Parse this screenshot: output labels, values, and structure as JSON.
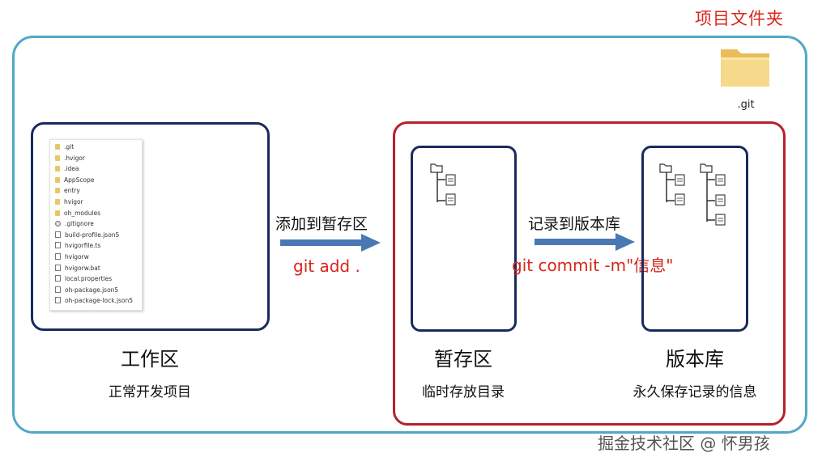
{
  "project": {
    "title": "项目文件夹",
    "git_folder_label": ".git"
  },
  "work_area": {
    "title": "工作区",
    "description": "正常开发项目",
    "files": [
      {
        "name": ".git",
        "icon": "folder-icon"
      },
      {
        "name": ".hvigor",
        "icon": "folder-icon"
      },
      {
        "name": ".idea",
        "icon": "folder-icon"
      },
      {
        "name": "AppScope",
        "icon": "folder-icon"
      },
      {
        "name": "entry",
        "icon": "folder-icon"
      },
      {
        "name": "hvigor",
        "icon": "folder-icon"
      },
      {
        "name": "oh_modules",
        "icon": "folder-icon"
      },
      {
        "name": ".gitignore",
        "icon": "gear-icon"
      },
      {
        "name": "build-profile.json5",
        "icon": "file-icon"
      },
      {
        "name": "hvigorfile.ts",
        "icon": "file-icon"
      },
      {
        "name": "hvigorw",
        "icon": "file-icon"
      },
      {
        "name": "hvigorw.bat",
        "icon": "file-icon"
      },
      {
        "name": "local.properties",
        "icon": "file-icon"
      },
      {
        "name": "oh-package.json5",
        "icon": "file-icon"
      },
      {
        "name": "oh-package-lock.json5",
        "icon": "file-icon"
      }
    ]
  },
  "step_add": {
    "label": "添加到暂存区",
    "command": "git add ."
  },
  "staging_area": {
    "title": "暂存区",
    "description": "临时存放目录"
  },
  "step_commit": {
    "label": "记录到版本库",
    "command": "git commit -m\"信息\""
  },
  "repository": {
    "title": "版本库",
    "description": "永久保存记录的信息"
  },
  "watermark": "掘金技术社区 @ 怀男孩",
  "colors": {
    "outer_border": "#52a7c8",
    "box_border": "#1a2a5e",
    "red_border": "#b8202a",
    "red_text": "#d7261c",
    "arrow": "#4a78b5",
    "folder": "#f2d27a"
  }
}
